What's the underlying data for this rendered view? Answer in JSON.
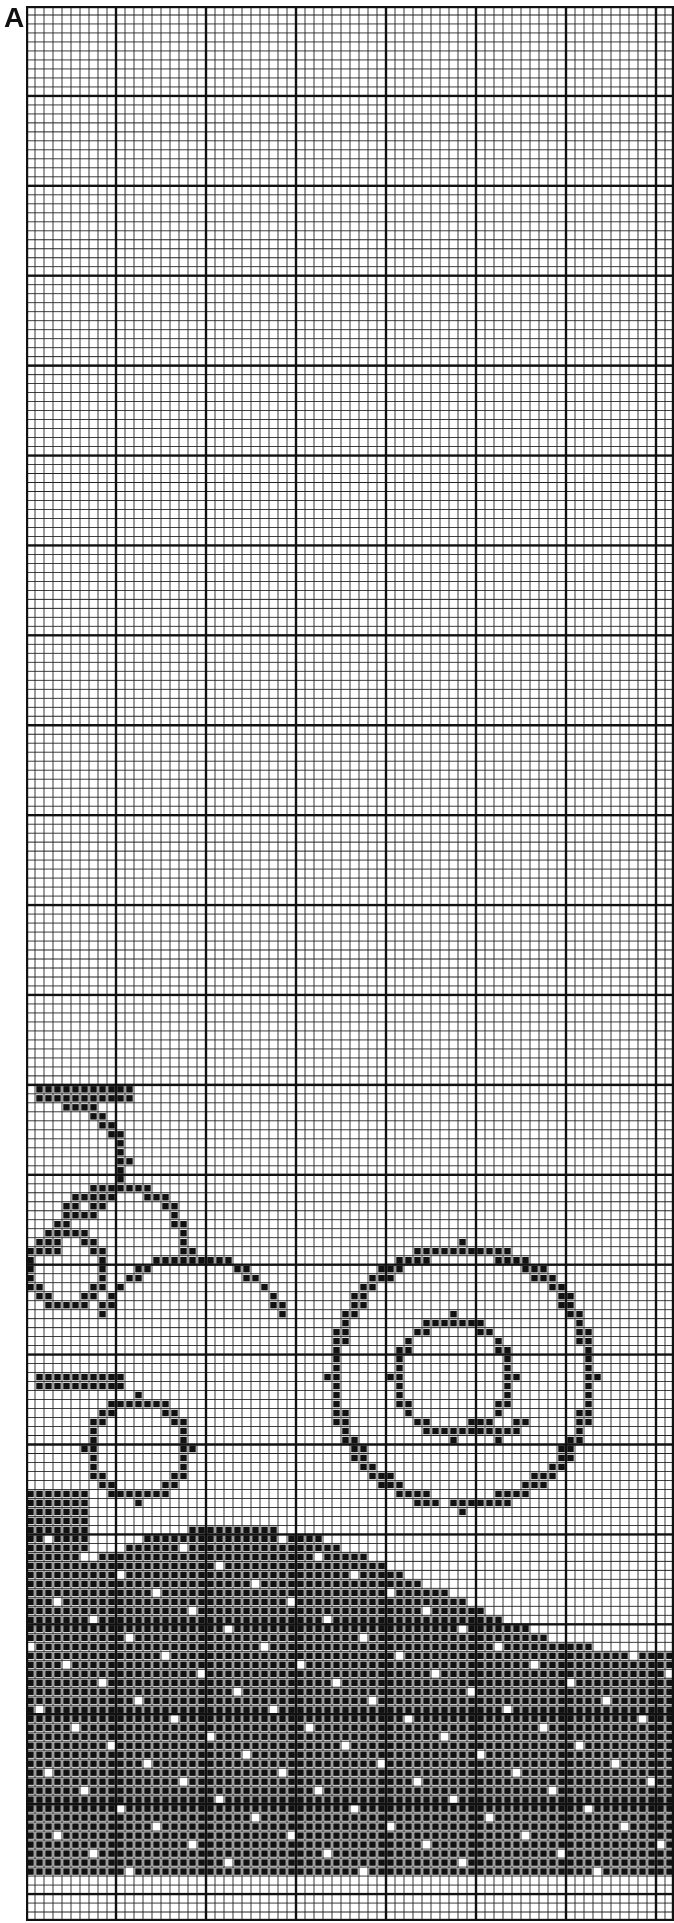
{
  "chart": {
    "label": "A",
    "type": "filet-crochet chart",
    "colors": {
      "ink": "#111111",
      "paper": "#ffffff",
      "grid_line": "#222222"
    },
    "grid": {
      "columns": 72,
      "rows": 213,
      "major_every": 10
    },
    "motifs": [
      "scroll-motif-left",
      "ring-motif-right",
      "filled-band-lower"
    ]
  }
}
